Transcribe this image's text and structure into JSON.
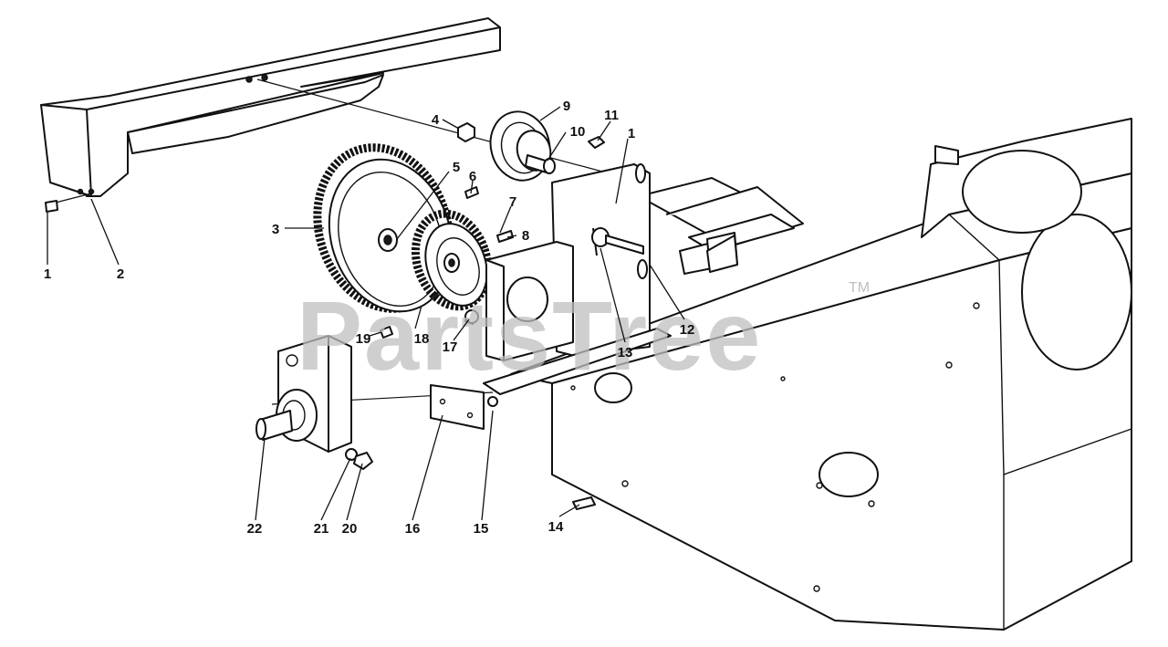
{
  "watermark": {
    "text": "PartsTree",
    "trademark": "TM"
  },
  "callouts": {
    "c1a": "1",
    "c1b": "1",
    "c2": "2",
    "c3": "3",
    "c4": "4",
    "c5": "5",
    "c6": "6",
    "c7": "7",
    "c8": "8",
    "c9": "9",
    "c10": "10",
    "c11": "11",
    "c12": "12",
    "c13": "13",
    "c14": "14",
    "c15": "15",
    "c16": "16",
    "c17": "17",
    "c18": "18",
    "c19": "19",
    "c20": "20",
    "c21": "21",
    "c22": "22"
  }
}
